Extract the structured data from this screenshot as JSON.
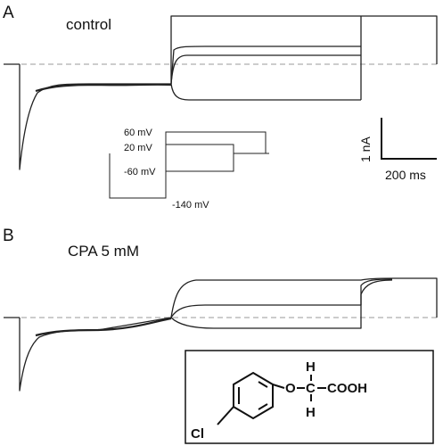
{
  "panels": {
    "a": {
      "letter": "A",
      "condition": "control"
    },
    "b": {
      "letter": "B",
      "condition": "CPA 5 mM"
    }
  },
  "protocol": {
    "labels": [
      "60 mV",
      "20 mV",
      "-60 mV",
      "-140 mV"
    ]
  },
  "scale_bar": {
    "current": "1 nA",
    "time": "200 ms"
  },
  "structure": {
    "chlorine": "Cl",
    "ether_oxygen": "O",
    "alpha_carbon": "C",
    "hydrogen_top": "H",
    "hydrogen_bottom": "H",
    "carboxyl": "COOH"
  }
}
